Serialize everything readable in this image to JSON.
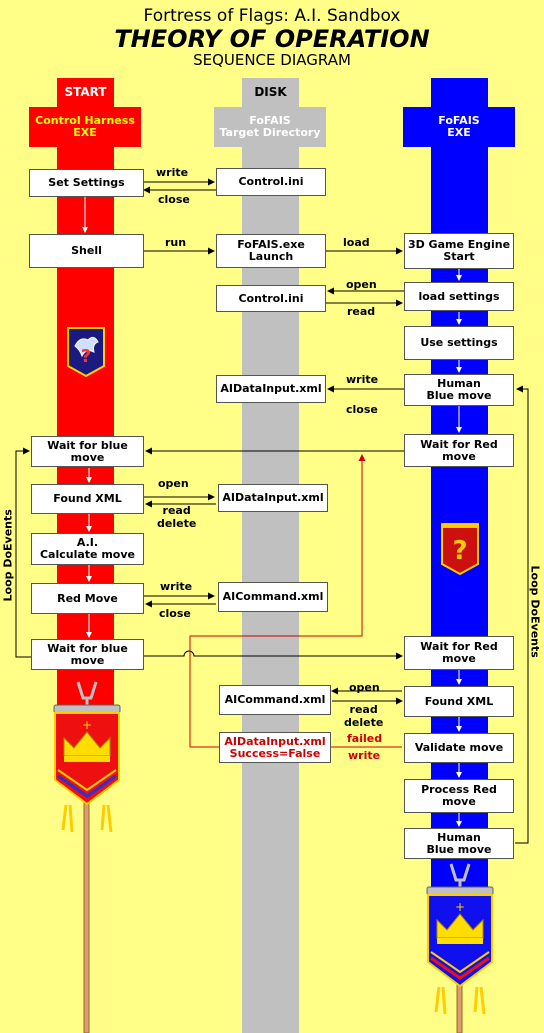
{
  "title": {
    "line1": "Fortress of Flags: A.I. Sandbox",
    "line2": "THEORY OF OPERATION",
    "line3": "SEQUENCE DIAGRAM"
  },
  "lanes": {
    "start": {
      "label": "START",
      "header": "Control Harness\nEXE",
      "color": "#ff0000"
    },
    "disk": {
      "label": "DISK",
      "header": "FoFAIS\nTarget Directory",
      "color": "#c0c0c0"
    },
    "fofais": {
      "header": "FoFAIS\nEXE",
      "color": "#0000ff"
    }
  },
  "boxes": {
    "set_settings": "Set Settings",
    "control_ini_1": "Control.ini",
    "shell": "Shell",
    "fofais_launch": "FoFAIS.exe\nLaunch",
    "engine_start": "3D Game Engine\nStart",
    "control_ini_2": "Control.ini",
    "load_settings": "load settings",
    "use_settings": "Use settings",
    "aidatainput_1": "AIDataInput.xml",
    "human_blue_1": "Human\nBlue move",
    "wait_blue_1": "Wait for blue\nmove",
    "wait_red_1": "Wait for Red\nmove",
    "found_xml_1": "Found XML",
    "aidatainput_2": "AIDataInput.xml",
    "ai_calc": "A.I.\nCalculate move",
    "red_move": "Red Move",
    "aicommand_1": "AICommand.xml",
    "wait_blue_2": "Wait for blue\nmove",
    "wait_red_2": "Wait for Red\nmove",
    "aicommand_2": "AICommand.xml",
    "found_xml_2": "Found XML",
    "aidatainput_fail": "AIDataInput.xml\nSuccess=False",
    "validate_move": "Validate move",
    "process_red": "Process Red\nmove",
    "human_blue_2": "Human\nBlue move"
  },
  "labels": {
    "write_1": "write",
    "close_1": "close",
    "run": "run",
    "load": "load",
    "open_1": "open",
    "read_1": "read",
    "write_2": "write",
    "close_2": "close",
    "open_2": "open",
    "read_delete_1": "read\ndelete",
    "write_3": "write",
    "close_3": "close",
    "open_3": "open",
    "read_delete_2": "read\ndelete",
    "failed": "failed",
    "write_4": "write",
    "loop_left": "Loop  DoEvents",
    "loop_right": "Loop  DoEvents"
  },
  "icons": {
    "dragon_shield": "dragon-question-icon",
    "red_question_shield": "question-banner-icon",
    "red_banner": "red-crown-banner-icon",
    "blue_banner": "blue-crown-banner-icon"
  }
}
